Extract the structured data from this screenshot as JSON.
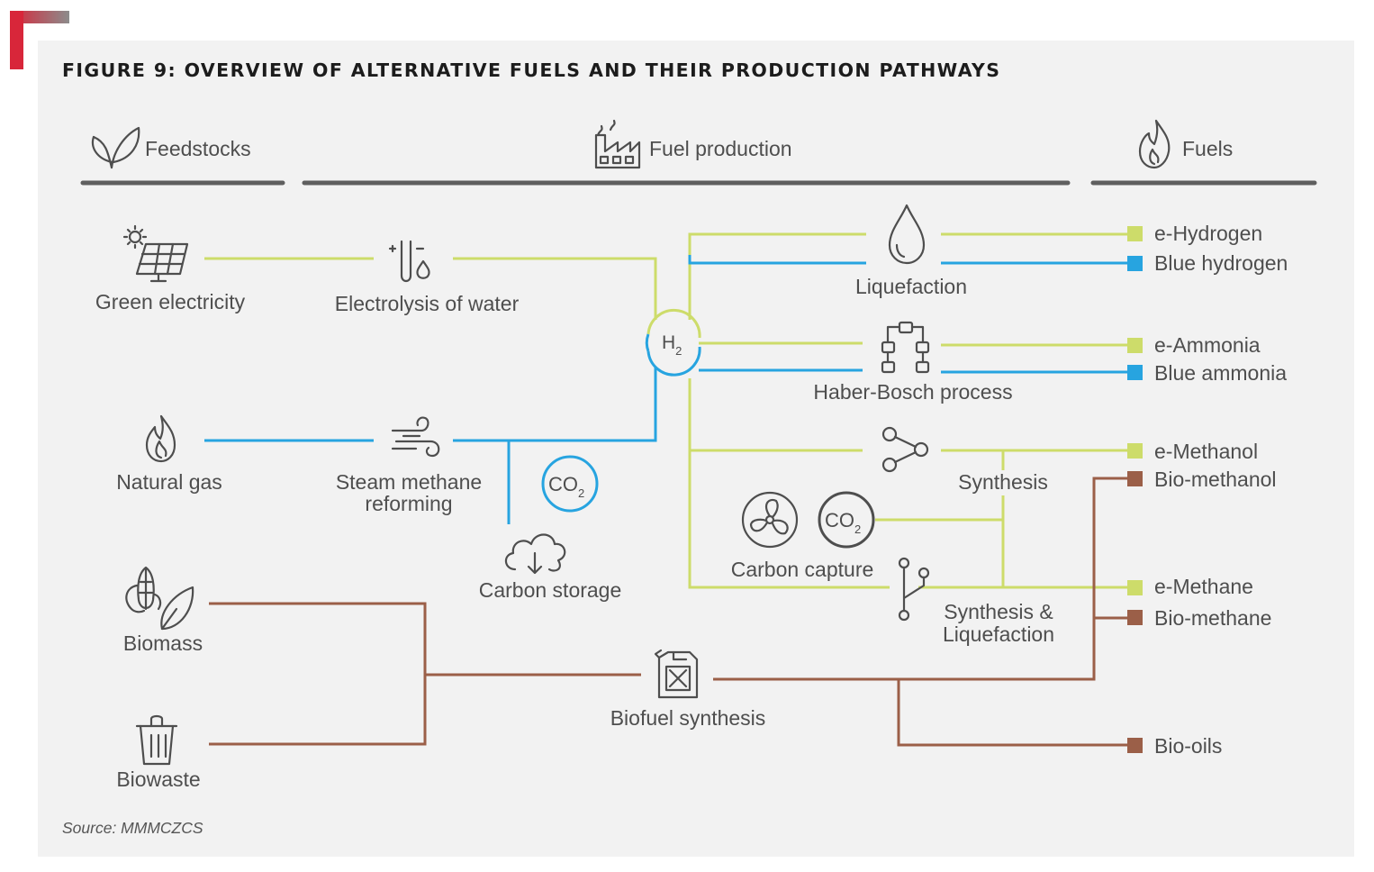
{
  "title": "FIGURE 9: OVERVIEW OF ALTERNATIVE FUELS AND THEIR PRODUCTION PATHWAYS",
  "source": "Source: MMMCZCS",
  "colors": {
    "green_pathway": "#cddc6a",
    "blue_pathway": "#27a4e0",
    "brown_pathway": "#9b5f48",
    "icon": "#4e4e4e",
    "panel": "#f2f2f2",
    "header_rule": "#5f5f5f",
    "corner_accent": "#d8263a"
  },
  "columns": [
    {
      "id": "feedstocks",
      "label": "Feedstocks",
      "icon": "leaf-icon"
    },
    {
      "id": "production",
      "label": "Fuel production",
      "icon": "factory-icon"
    },
    {
      "id": "fuels",
      "label": "Fuels",
      "icon": "flame-icon"
    }
  ],
  "feedstocks": [
    {
      "id": "green-electricity",
      "label": "Green electricity",
      "icon": "solar-panel-icon"
    },
    {
      "id": "natural-gas",
      "label": "Natural gas",
      "icon": "gas-flame-icon"
    },
    {
      "id": "biomass",
      "label": "Biomass",
      "icon": "corn-leaf-icon"
    },
    {
      "id": "biowaste",
      "label": "Biowaste",
      "icon": "trash-bin-icon"
    }
  ],
  "processes": [
    {
      "id": "electrolysis",
      "label": "Electrolysis of water",
      "icon": "test-tube-icon"
    },
    {
      "id": "steam",
      "label": "Steam methane reforming",
      "lines": [
        "Steam methane",
        "reforming"
      ],
      "icon": "wind-icon"
    },
    {
      "id": "carbon-storage",
      "label": "Carbon storage",
      "icon": "cloud-download-icon"
    },
    {
      "id": "liquefaction",
      "label": "Liquefaction",
      "icon": "droplet-icon"
    },
    {
      "id": "haber-bosch",
      "label": "Haber-Bosch process",
      "icon": "process-flow-icon"
    },
    {
      "id": "synthesis",
      "label": "Synthesis",
      "icon": "share-nodes-icon"
    },
    {
      "id": "carbon-capture",
      "label": "Carbon capture",
      "icon": "fan-icon"
    },
    {
      "id": "synthesis-liquefaction",
      "label": "Synthesis & Liquefaction",
      "lines": [
        "Synthesis &",
        "Liquefaction"
      ],
      "icon": "branch-icon"
    },
    {
      "id": "biofuel",
      "label": "Biofuel synthesis",
      "icon": "jerrycan-icon"
    }
  ],
  "hub": {
    "label": "H",
    "sub": "2"
  },
  "co2_badge": {
    "label": "CO",
    "sub": "2"
  },
  "fuels": [
    {
      "id": "e-hydrogen",
      "label": "e-Hydrogen",
      "pathway": "green"
    },
    {
      "id": "blue-hydrogen",
      "label": "Blue hydrogen",
      "pathway": "blue"
    },
    {
      "id": "e-ammonia",
      "label": "e-Ammonia",
      "pathway": "green"
    },
    {
      "id": "blue-ammonia",
      "label": "Blue ammonia",
      "pathway": "blue"
    },
    {
      "id": "e-methanol",
      "label": "e-Methanol",
      "pathway": "green"
    },
    {
      "id": "bio-methanol",
      "label": "Bio-methanol",
      "pathway": "brown"
    },
    {
      "id": "e-methane",
      "label": "e-Methane",
      "pathway": "green"
    },
    {
      "id": "bio-methane",
      "label": "Bio-methane",
      "pathway": "brown"
    },
    {
      "id": "bio-oils",
      "label": "Bio-oils",
      "pathway": "brown"
    }
  ]
}
